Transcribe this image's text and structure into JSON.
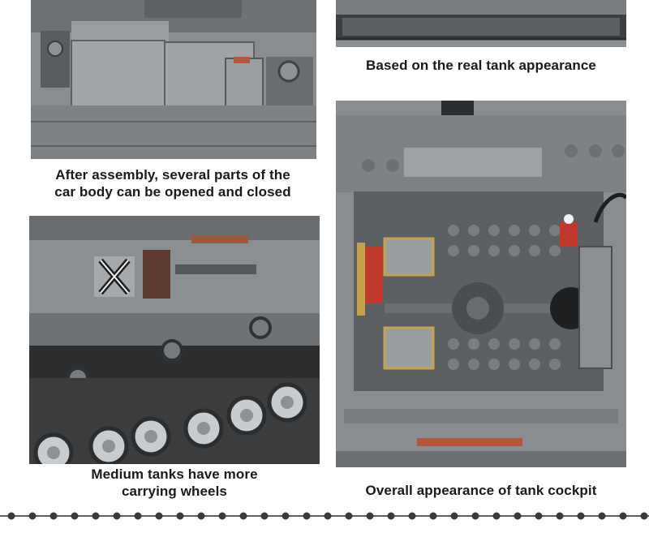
{
  "captions": {
    "top_left_line1": "After assembly, several parts of the",
    "top_left_line2": "car body can be opened and closed",
    "top_right": "Based on the real tank appearance",
    "bottom_left_line1": "Medium tanks have more",
    "bottom_left_line2": "carrying wheels",
    "bottom_right": "Overall appearance of tank cockpit"
  },
  "images": [
    {
      "name": "photo-tank-hull-hatches",
      "icon": "tank-hull-photo"
    },
    {
      "name": "photo-tank-top-view",
      "icon": "tank-top-photo"
    },
    {
      "name": "photo-tank-wheels",
      "icon": "tank-tracks-photo"
    },
    {
      "name": "photo-tank-cockpit",
      "icon": "tank-cockpit-photo"
    }
  ],
  "colors": {
    "brick_gray": "#8c8f92",
    "brick_dark": "#4a4d50",
    "brick_light": "#a9acaf",
    "accent_red": "#c0392b",
    "accent_tan": "#c8a24a",
    "caption_text": "#1a1a1a",
    "divider": "#2b2b2b"
  }
}
